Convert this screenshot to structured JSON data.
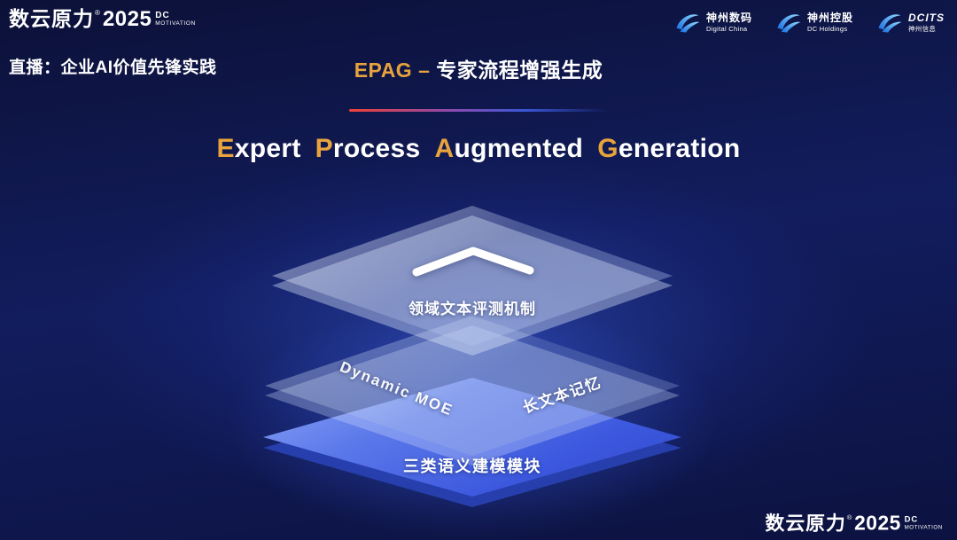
{
  "brand": {
    "name": "数云原力",
    "reg": "®",
    "year": "2025",
    "tag_top": "DC",
    "tag_bottom": "MOTIVATION"
  },
  "header": {
    "live_label": "直播：企业AI价值先锋实践",
    "title": {
      "acronym": "EPAG",
      "separator": " – ",
      "subtitle": "专家流程增强生成"
    },
    "partner_logos": [
      {
        "name": "神州数码",
        "subtitle": "Digital China"
      },
      {
        "name": "神州控股",
        "subtitle": "DC Holdings"
      },
      {
        "name": "DCITS",
        "subtitle": "神州信息"
      }
    ]
  },
  "main_title": {
    "words": [
      {
        "initial": "E",
        "rest": "xpert"
      },
      {
        "initial": "P",
        "rest": "rocess"
      },
      {
        "initial": "A",
        "rest": "ugmented"
      },
      {
        "initial": "G",
        "rest": "eneration"
      }
    ]
  },
  "diagram": {
    "top_layer_label": "领域文本评测机制",
    "middle_layer_label_left": "Dynamic MOE",
    "middle_layer_label_right": "长文本记忆",
    "bottom_layer_label": "三类语义建模模块"
  },
  "colors": {
    "accent_gold": "#e8a33c",
    "layer_blue": "#3c58de",
    "divider_red": "#ef4138",
    "background_navy": "#0c1240"
  }
}
